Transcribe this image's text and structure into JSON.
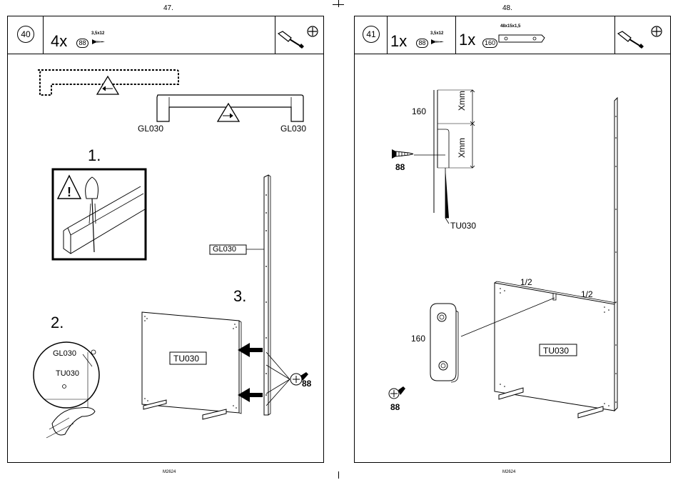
{
  "left_page": {
    "page_number": "47.",
    "footer": "M2624",
    "step": "40",
    "parts": [
      {
        "qty": "4x",
        "id": "88",
        "size": "3,5x12"
      }
    ],
    "substeps": [
      "1.",
      "2.",
      "3."
    ],
    "labels": {
      "rail_left": "GL030",
      "rail_right": "GL030",
      "wall_rail": "GL030",
      "detail_rail": "GL030",
      "detail_panel": "TU030",
      "panel": "TU030",
      "screw": "88"
    }
  },
  "right_page": {
    "page_number": "48.",
    "footer": "M2624",
    "step": "41",
    "parts": [
      {
        "qty": "1x",
        "id": "88",
        "size": "3,5x12"
      },
      {
        "qty": "1x",
        "id": "160",
        "size": "48x15x1,5"
      }
    ],
    "labels": {
      "plate_top": "160",
      "xmm_top": "Xmm",
      "xmm_bottom": "Xmm",
      "screw_top": "88",
      "panel_top": "TU030",
      "half_left": "1/2",
      "half_right": "1/2",
      "plate_bottom": "160",
      "panel": "TU030",
      "screw_bottom": "88"
    }
  },
  "icons": [
    "screwdriver-icon",
    "phillips-head-icon",
    "screw-icon",
    "warning-icon",
    "arrow-icon"
  ]
}
